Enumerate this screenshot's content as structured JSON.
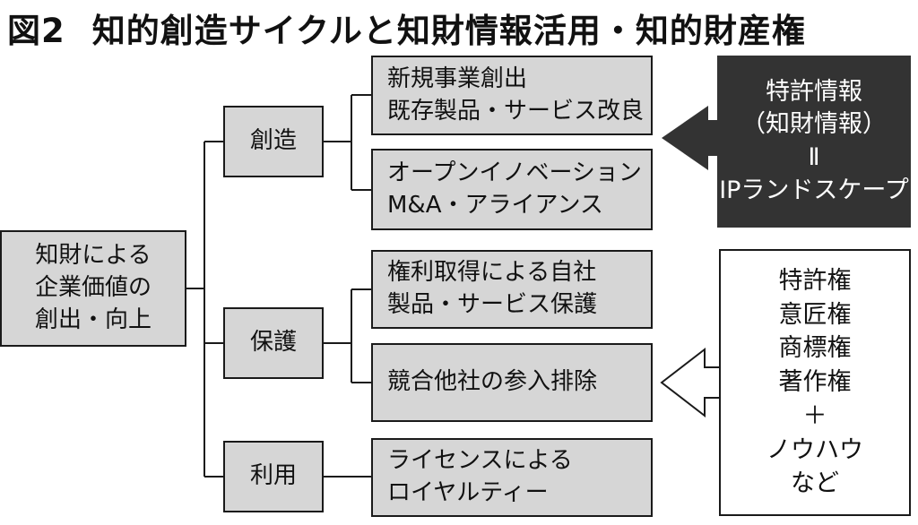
{
  "title": {
    "figure": "図2",
    "text": "知的創造サイクルと知財情報活用・知的財産権"
  },
  "root": {
    "lines": [
      "知財による",
      "企業価値の",
      "創出・向上"
    ]
  },
  "branches": {
    "create": {
      "label": "創造"
    },
    "protect": {
      "label": "保護"
    },
    "use": {
      "label": "利用"
    }
  },
  "outcomes": {
    "create_1": {
      "lines": [
        "新規事業創出",
        "既存製品・サービス改良"
      ]
    },
    "create_2": {
      "lines": [
        "オープンイノベーション",
        "M&A・アライアンス"
      ]
    },
    "protect_1": {
      "lines": [
        "権利取得による自社",
        "製品・サービス保護"
      ]
    },
    "protect_2": {
      "lines": [
        "競合他社の参入排除"
      ]
    },
    "use_1": {
      "lines": [
        "ライセンスによる",
        "ロイヤルティー"
      ]
    }
  },
  "patent_info": {
    "lines": [
      "特許情報",
      "（知財情報）",
      "Ⅱ",
      "IPランドスケープ"
    ]
  },
  "ip_rights": {
    "lines": [
      "特許権",
      "意匠権",
      "商標権",
      "著作権",
      "＋",
      "ノウハウ",
      "など"
    ]
  },
  "colors": {
    "box_fill": "#d6d6d6",
    "dark_fill": "#333333",
    "line": "#1a1a1a",
    "white": "#ffffff"
  }
}
